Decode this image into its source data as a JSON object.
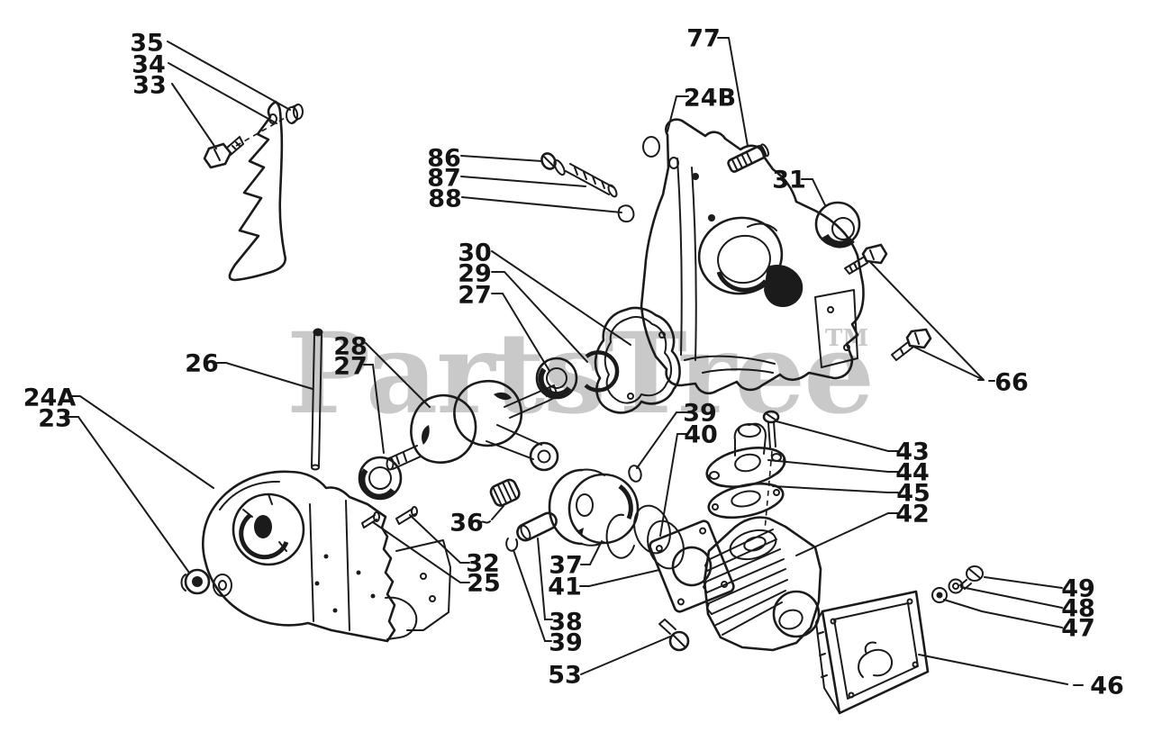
{
  "page": {
    "background": "#ffffff",
    "ink_color": "#1b1b1b",
    "watermark_color": "#c9c9c9"
  },
  "watermark": {
    "text": "PartsTree",
    "tm": "TM"
  },
  "callouts": {
    "c35": {
      "label": "35"
    },
    "c34": {
      "label": "34"
    },
    "c33": {
      "label": "33"
    },
    "c86": {
      "label": "86"
    },
    "c87": {
      "label": "87"
    },
    "c88": {
      "label": "88"
    },
    "c30": {
      "label": "30"
    },
    "c29": {
      "label": "29"
    },
    "c27a": {
      "label": "27"
    },
    "c26": {
      "label": "26"
    },
    "c28": {
      "label": "28"
    },
    "c27b": {
      "label": "27"
    },
    "c24a": {
      "label": "24A"
    },
    "c23": {
      "label": "23"
    },
    "c77": {
      "label": "77"
    },
    "c24b": {
      "label": "24B"
    },
    "c31": {
      "label": "31"
    },
    "c66": {
      "label": "66"
    },
    "c39a": {
      "label": "39"
    },
    "c40": {
      "label": "40"
    },
    "c43": {
      "label": "43"
    },
    "c44": {
      "label": "44"
    },
    "c45": {
      "label": "45"
    },
    "c42": {
      "label": "42"
    },
    "c36": {
      "label": "36"
    },
    "c32": {
      "label": "32"
    },
    "c25": {
      "label": "25"
    },
    "c37": {
      "label": "37"
    },
    "c41": {
      "label": "41"
    },
    "c38": {
      "label": "38"
    },
    "c39b": {
      "label": "39"
    },
    "c53": {
      "label": "53"
    },
    "c49": {
      "label": "49"
    },
    "c48": {
      "label": "48"
    },
    "c47": {
      "label": "47"
    },
    "c46": {
      "label": "46"
    }
  }
}
